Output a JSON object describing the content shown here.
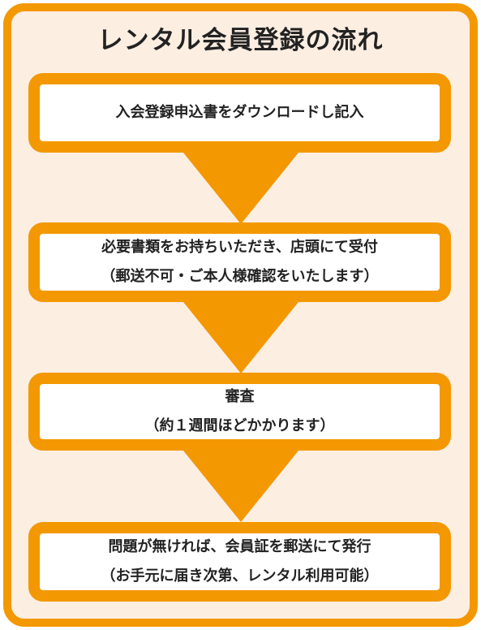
{
  "title": "レンタル会員登録の流れ",
  "colors": {
    "accent": "#f39800",
    "panel_background": "#fdeee2",
    "box_background": "#ffffff",
    "text": "#222222"
  },
  "steps": [
    {
      "line1": "入会登録申込書をダウンロードし記入",
      "line2": ""
    },
    {
      "line1": "必要書類をお持ちいただき、店頭にて受付",
      "line2": "（郵送不可・ご本人様確認をいたします）"
    },
    {
      "line1": "審査",
      "line2": "（約１週間ほどかかります）"
    },
    {
      "line1": "問題が無ければ、会員証を郵送にて発行",
      "line2": "（お手元に届き次第、レンタル利用可能）"
    }
  ],
  "arrows": [
    {
      "icon": "down-arrow-icon"
    },
    {
      "icon": "down-arrow-icon"
    },
    {
      "icon": "down-arrow-icon"
    }
  ]
}
